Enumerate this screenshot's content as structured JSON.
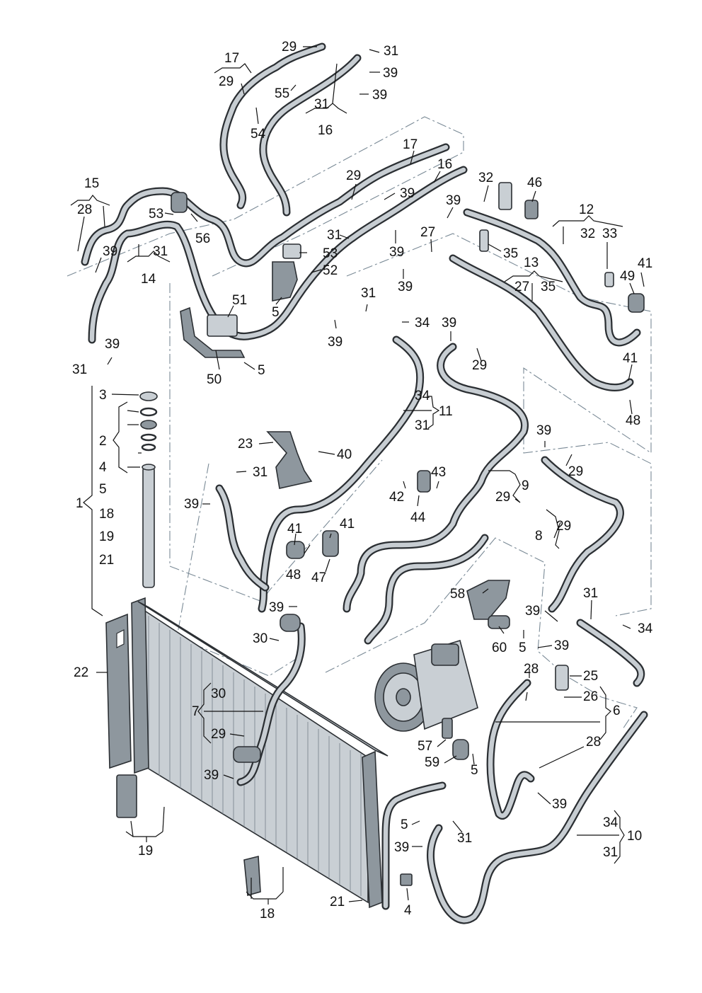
{
  "diagram": {
    "callouts": [
      {
        "id": "c29a",
        "text": "29"
      },
      {
        "id": "c31a",
        "text": "31"
      },
      {
        "id": "c39a",
        "text": "39"
      },
      {
        "id": "c17a",
        "text": "17"
      },
      {
        "id": "c29b",
        "text": "29"
      },
      {
        "id": "c55",
        "text": "55"
      },
      {
        "id": "c39b",
        "text": "39"
      },
      {
        "id": "c31b",
        "text": "31"
      },
      {
        "id": "c16a",
        "text": "16"
      },
      {
        "id": "c54",
        "text": "54"
      },
      {
        "id": "c17b",
        "text": "17"
      },
      {
        "id": "c16b",
        "text": "16"
      },
      {
        "id": "c29c",
        "text": "29"
      },
      {
        "id": "c39c",
        "text": "39"
      },
      {
        "id": "c32a",
        "text": "32"
      },
      {
        "id": "c46",
        "text": "46"
      },
      {
        "id": "c15",
        "text": "15"
      },
      {
        "id": "c28a",
        "text": "28"
      },
      {
        "id": "c53a",
        "text": "53"
      },
      {
        "id": "c56",
        "text": "56"
      },
      {
        "id": "c39d",
        "text": "39"
      },
      {
        "id": "c12",
        "text": "12"
      },
      {
        "id": "c32b",
        "text": "32"
      },
      {
        "id": "c33",
        "text": "33"
      },
      {
        "id": "c31c",
        "text": "31"
      },
      {
        "id": "c27a",
        "text": "27"
      },
      {
        "id": "c35a",
        "text": "35"
      },
      {
        "id": "c39e",
        "text": "39"
      },
      {
        "id": "c31d",
        "text": "31"
      },
      {
        "id": "c14",
        "text": "14"
      },
      {
        "id": "c53b",
        "text": "53"
      },
      {
        "id": "c39f",
        "text": "39"
      },
      {
        "id": "c52",
        "text": "52"
      },
      {
        "id": "c13",
        "text": "13"
      },
      {
        "id": "c41a",
        "text": "41"
      },
      {
        "id": "c49",
        "text": "49"
      },
      {
        "id": "c39g",
        "text": "39"
      },
      {
        "id": "c27b",
        "text": "27"
      },
      {
        "id": "c35b",
        "text": "35"
      },
      {
        "id": "c5a",
        "text": "5"
      },
      {
        "id": "c31e",
        "text": "31"
      },
      {
        "id": "c51",
        "text": "51"
      },
      {
        "id": "c34a",
        "text": "34"
      },
      {
        "id": "c39h",
        "text": "39"
      },
      {
        "id": "c39i",
        "text": "39"
      },
      {
        "id": "c39j",
        "text": "39"
      },
      {
        "id": "c31f",
        "text": "31"
      },
      {
        "id": "c29d",
        "text": "29"
      },
      {
        "id": "c41b",
        "text": "41"
      },
      {
        "id": "c5b",
        "text": "5"
      },
      {
        "id": "c50",
        "text": "50"
      },
      {
        "id": "c3",
        "text": "3"
      },
      {
        "id": "c34b",
        "text": "34"
      },
      {
        "id": "c11",
        "text": "11"
      },
      {
        "id": "c31g",
        "text": "31"
      },
      {
        "id": "c48a",
        "text": "48"
      },
      {
        "id": "c2",
        "text": "2"
      },
      {
        "id": "c39k",
        "text": "39"
      },
      {
        "id": "c23",
        "text": "23"
      },
      {
        "id": "c40",
        "text": "40"
      },
      {
        "id": "c29e",
        "text": "29"
      },
      {
        "id": "c4a",
        "text": "4"
      },
      {
        "id": "c31h",
        "text": "31"
      },
      {
        "id": "c43",
        "text": "43"
      },
      {
        "id": "c1",
        "text": "1"
      },
      {
        "id": "c5c",
        "text": "5"
      },
      {
        "id": "c39l",
        "text": "39"
      },
      {
        "id": "c42",
        "text": "42"
      },
      {
        "id": "c29f",
        "text": "29"
      },
      {
        "id": "c9",
        "text": "9"
      },
      {
        "id": "c18a",
        "text": "18"
      },
      {
        "id": "c44",
        "text": "44"
      },
      {
        "id": "c41c",
        "text": "41"
      },
      {
        "id": "c41d",
        "text": "41"
      },
      {
        "id": "c8",
        "text": "8"
      },
      {
        "id": "c29g",
        "text": "29"
      },
      {
        "id": "c19a",
        "text": "19"
      },
      {
        "id": "c21a",
        "text": "21"
      },
      {
        "id": "c48b",
        "text": "48"
      },
      {
        "id": "c47",
        "text": "47"
      },
      {
        "id": "c58",
        "text": "58"
      },
      {
        "id": "c31i",
        "text": "31"
      },
      {
        "id": "c39m",
        "text": "39"
      },
      {
        "id": "c39n",
        "text": "39"
      },
      {
        "id": "c34c",
        "text": "34"
      },
      {
        "id": "c30a",
        "text": "30"
      },
      {
        "id": "c60",
        "text": "60"
      },
      {
        "id": "c5d",
        "text": "5"
      },
      {
        "id": "c39o",
        "text": "39"
      },
      {
        "id": "c22",
        "text": "22"
      },
      {
        "id": "c28b",
        "text": "28"
      },
      {
        "id": "c25",
        "text": "25"
      },
      {
        "id": "c30b",
        "text": "30"
      },
      {
        "id": "c26",
        "text": "26"
      },
      {
        "id": "c7",
        "text": "7"
      },
      {
        "id": "c6",
        "text": "6"
      },
      {
        "id": "c29h",
        "text": "29"
      },
      {
        "id": "c28c",
        "text": "28"
      },
      {
        "id": "c57",
        "text": "57"
      },
      {
        "id": "c59",
        "text": "59"
      },
      {
        "id": "c5e",
        "text": "5"
      },
      {
        "id": "c39p",
        "text": "39"
      },
      {
        "id": "c39q",
        "text": "39"
      },
      {
        "id": "c5f",
        "text": "5"
      },
      {
        "id": "c31j",
        "text": "31"
      },
      {
        "id": "c34d",
        "text": "34"
      },
      {
        "id": "c10",
        "text": "10"
      },
      {
        "id": "c19b",
        "text": "19"
      },
      {
        "id": "c39r",
        "text": "39"
      },
      {
        "id": "c31k",
        "text": "31"
      },
      {
        "id": "c21b",
        "text": "21"
      },
      {
        "id": "c4b",
        "text": "4"
      },
      {
        "id": "c18b",
        "text": "18"
      }
    ]
  }
}
